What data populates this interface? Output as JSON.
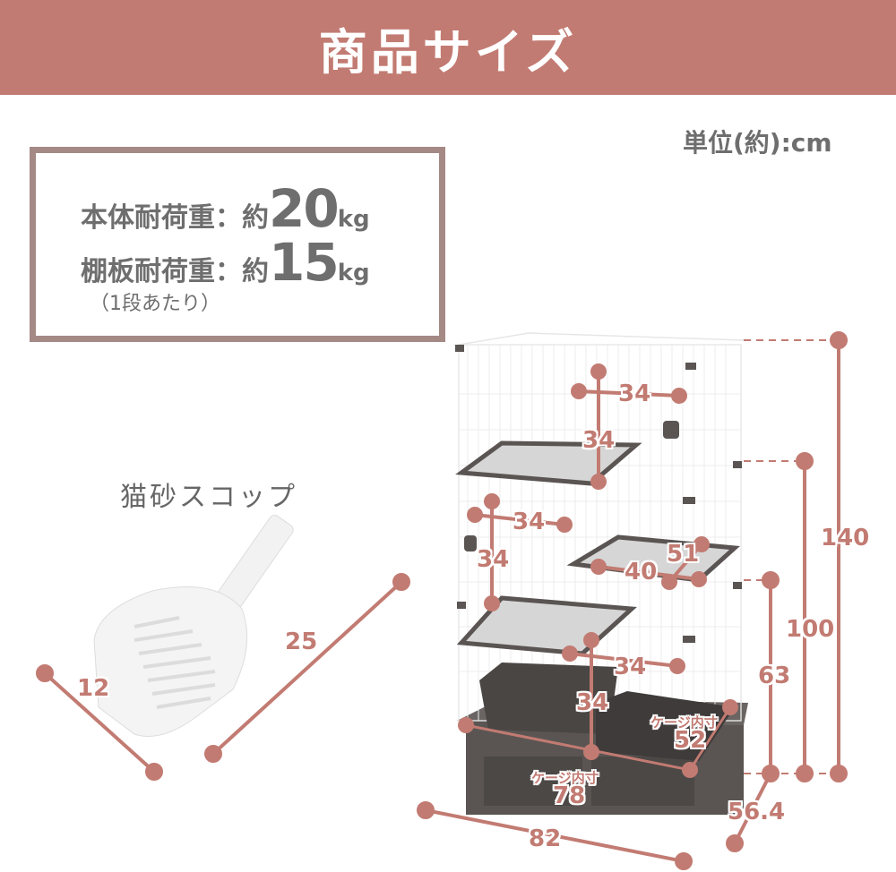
{
  "header": {
    "title": "商品サイズ"
  },
  "unit_label": "単位(約):cm",
  "load_capacity": {
    "body": {
      "label": "本体耐荷重：約",
      "value": "20",
      "unit": "kg"
    },
    "shelf": {
      "label": "棚板耐荷重：約",
      "value": "15",
      "unit": "kg"
    },
    "shelf_note": "（1段あたり）"
  },
  "scoop": {
    "title": "猫砂スコップ",
    "width": "12",
    "length": "25"
  },
  "cage": {
    "total_height": "140",
    "height_two_tier": "100",
    "height_one_tier": "63",
    "width": "82",
    "depth": "56.4",
    "inner_width_label": "ケージ内寸",
    "inner_width": "78",
    "inner_depth_label": "ケージ内寸",
    "inner_depth": "52",
    "top_section_width": "34",
    "top_section_height": "34",
    "mid_section_width": "34",
    "mid_section_height": "34",
    "shelf_width": "40",
    "shelf_depth": "51",
    "bottom_section_width": "34",
    "bottom_section_height": "34"
  },
  "colors": {
    "accent": "#c27b72",
    "box_border": "#a48985",
    "text": "#6e6e6e",
    "cage_dark": "#5a5553"
  }
}
